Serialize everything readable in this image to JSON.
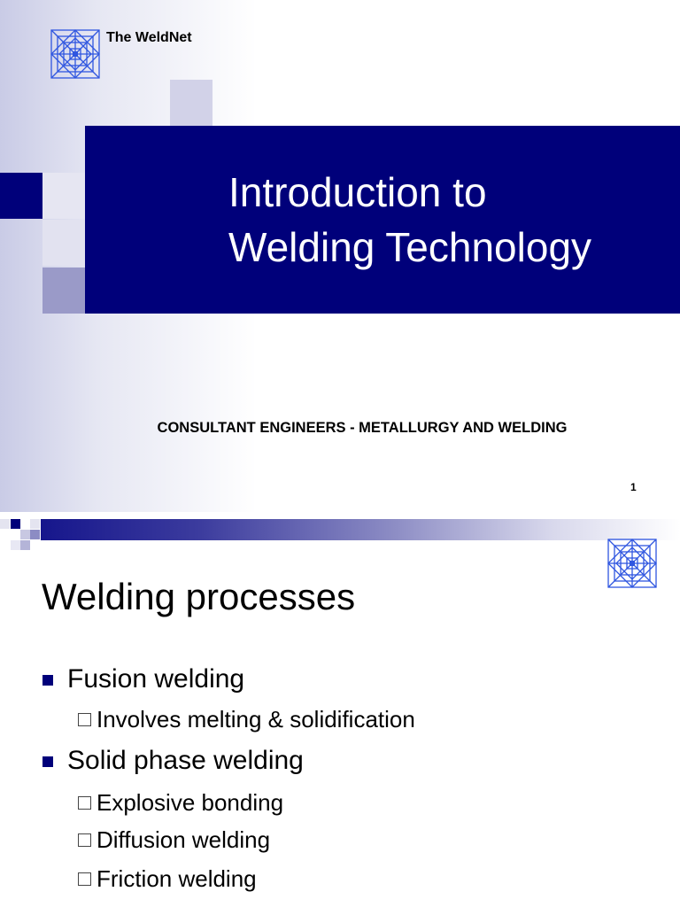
{
  "slide1": {
    "company_name": "The WeldNet",
    "title_line1": "Introduction to",
    "title_line2": "Welding Technology",
    "subtitle": "CONSULTANT ENGINEERS - METALLURGY AND WELDING",
    "page_number": "1",
    "logo_icon": "weldnet-logo-icon",
    "colors": {
      "navy": "#00007a",
      "lavender": "#9a9ac8",
      "light_lavender": "#d4d4ea",
      "logo_blue": "#2f56e0"
    }
  },
  "slide2": {
    "title": "Welding processes",
    "logo_icon": "weldnet-logo-icon",
    "bullets": [
      {
        "label": "Fusion welding",
        "sub": [
          "Involves melting & solidification"
        ]
      },
      {
        "label": "Solid phase welding",
        "sub": [
          "Explosive bonding",
          "Diffusion welding",
          "Friction welding"
        ]
      }
    ]
  }
}
